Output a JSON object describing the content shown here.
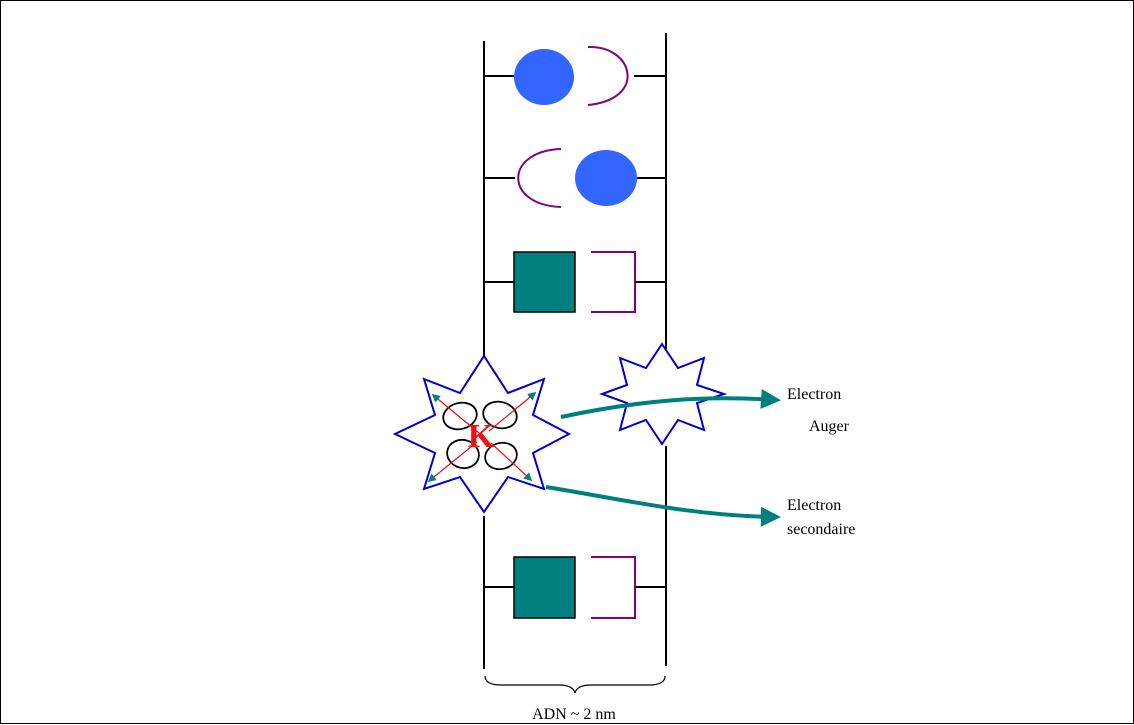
{
  "labels": {
    "electron_auger_line1": "Electron",
    "electron_auger_line2": "Auger",
    "electron_secondaire_line1": "Electron",
    "electron_secondaire_line2": "secondaire",
    "dna_width": "ADN ~ 2 nm",
    "atom_symbol": "K"
  },
  "colors": {
    "backbone": "#000000",
    "purine_circle": "#3366ff",
    "purine_square": "#007f7f",
    "pyrimidine_cup": "#800080",
    "starburst_outline": "#0000cc",
    "electron_arrow": "#007f7f",
    "atom_symbol": "#ee1111",
    "orbital_arrow_core": "#ee1111",
    "orbital_arrow_head": "#007f7f"
  }
}
